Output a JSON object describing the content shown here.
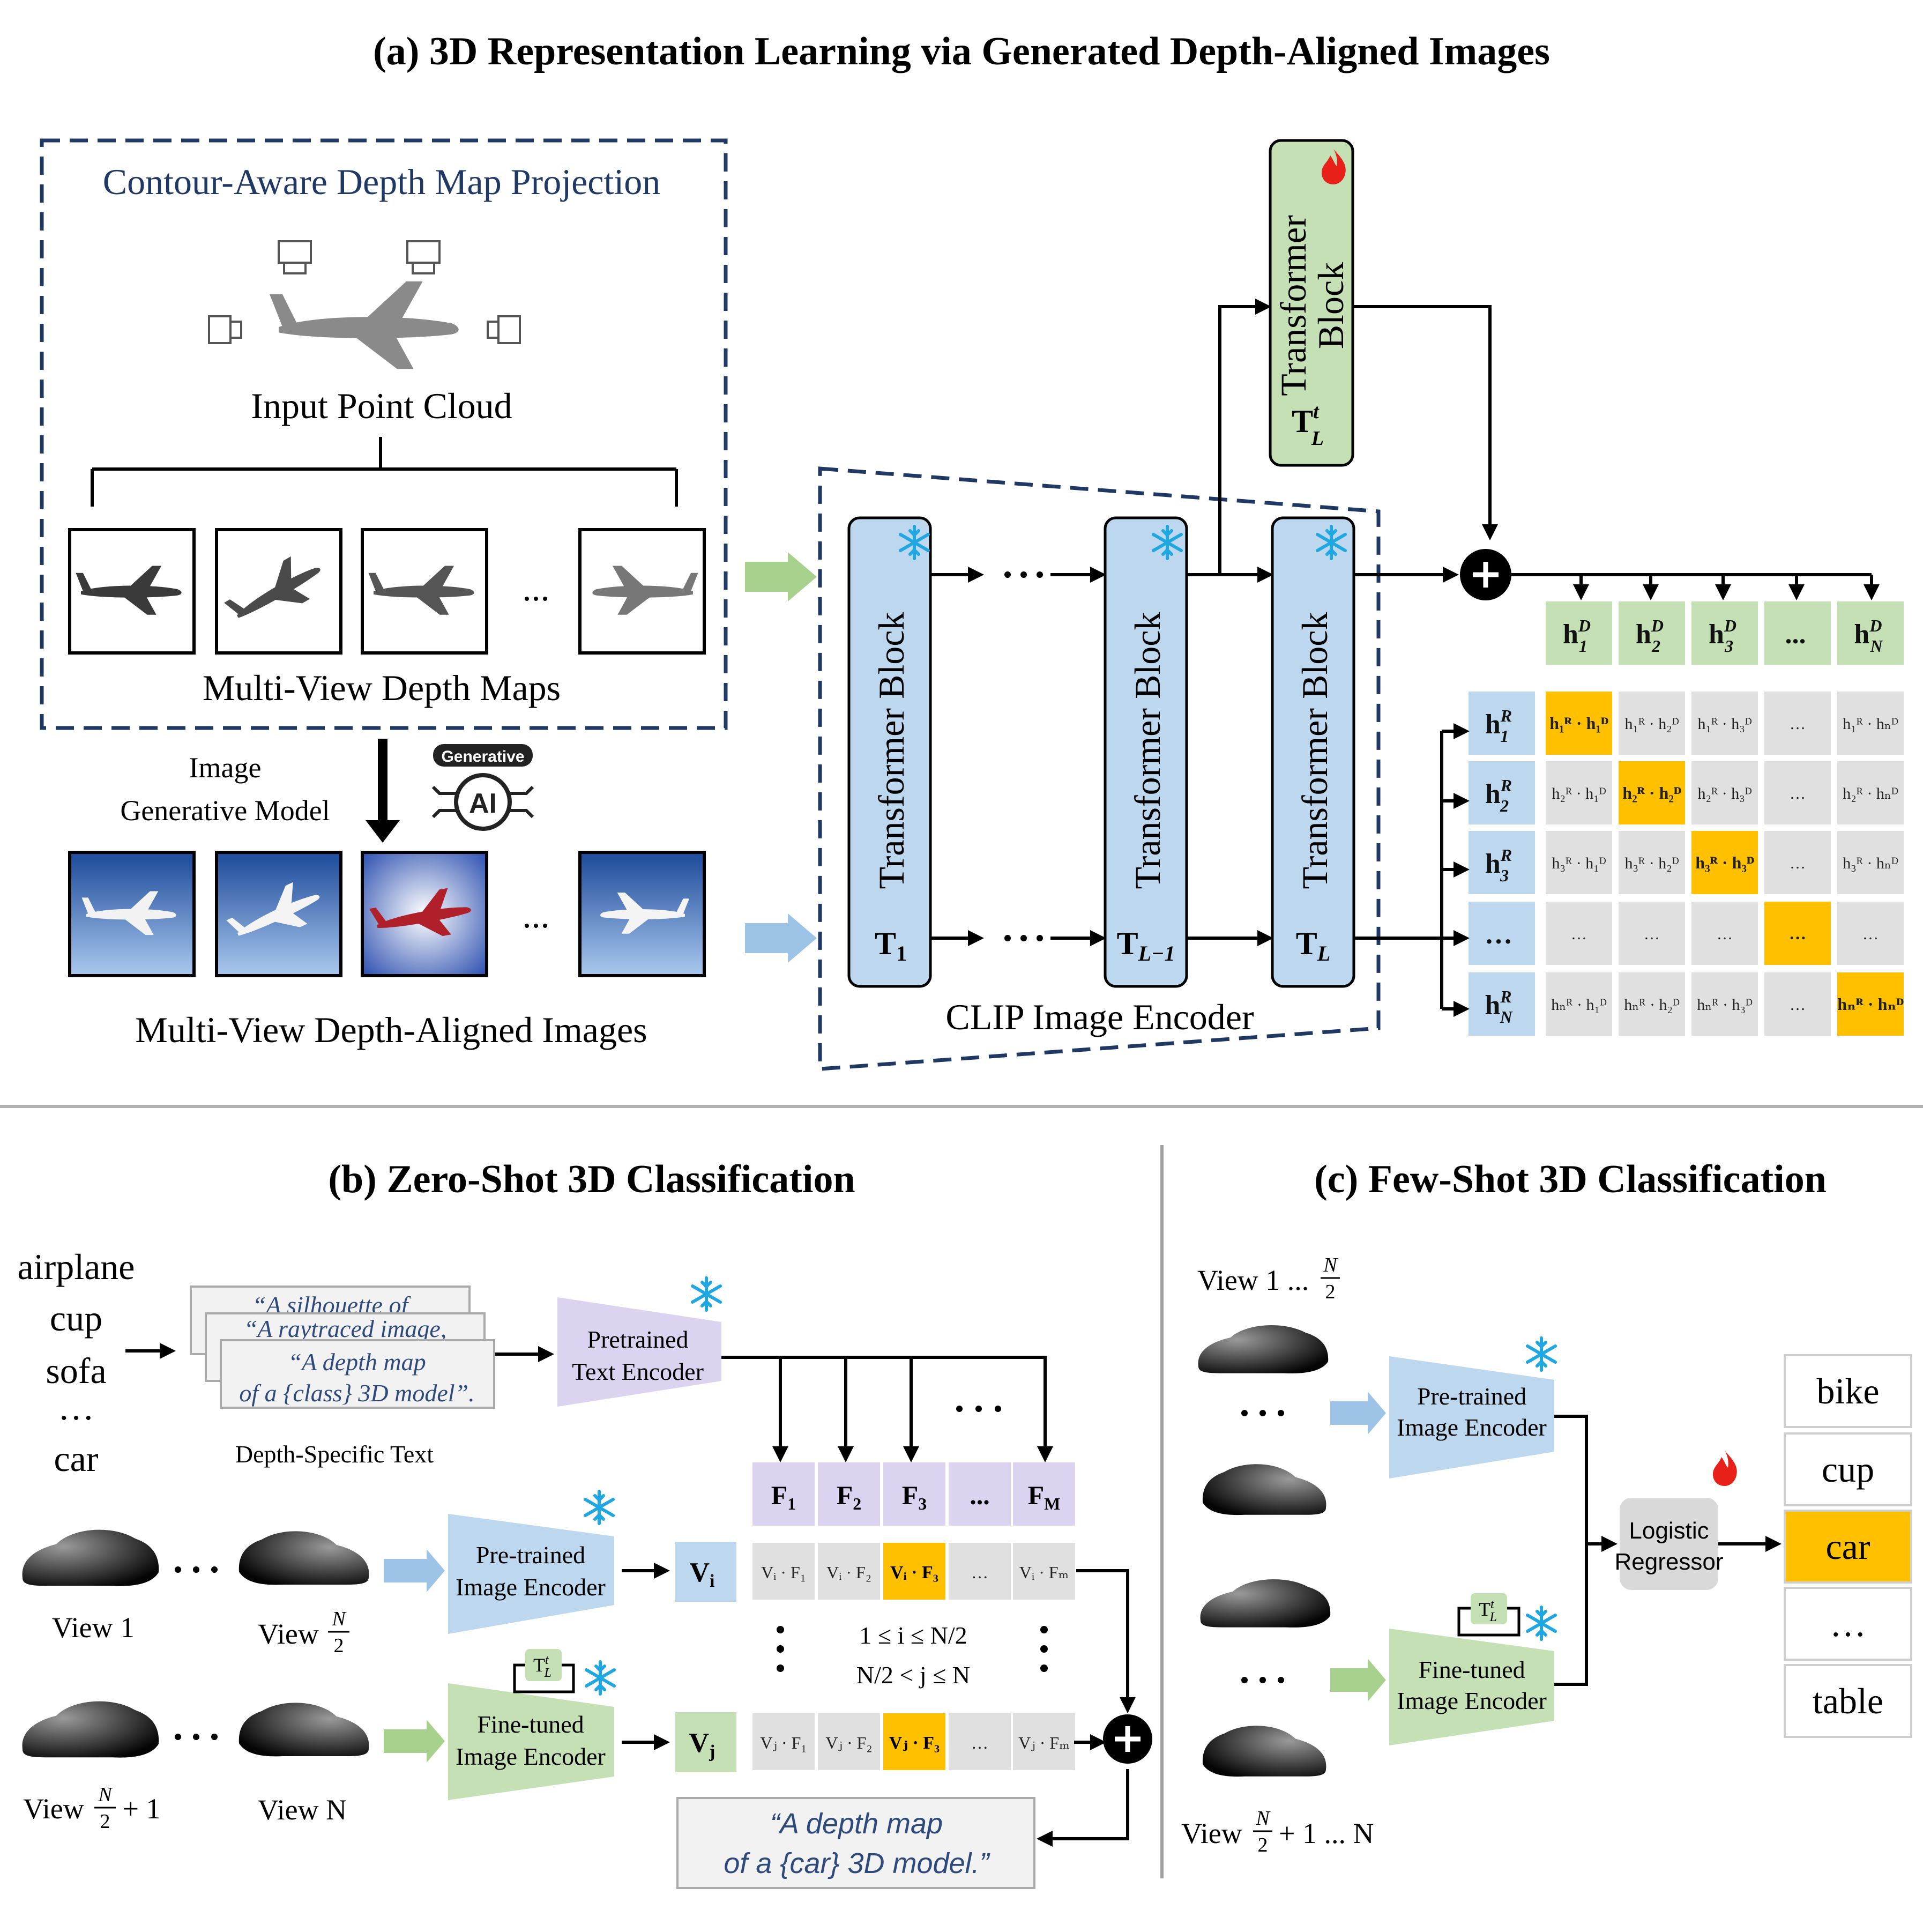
{
  "panel_a": {
    "title": "(a) 3D Representation Learning via Generated Depth-Aligned Images",
    "projection_box_title": "Contour-Aware Depth Map Projection",
    "input_point_cloud": "Input Point Cloud",
    "multi_view_depth_maps": "Multi-View Depth Maps",
    "image_generative_model_line1": "Image",
    "image_generative_model_line2": "Generative Model",
    "generative_badge": "Generative",
    "ai_badge": "AI",
    "multi_view_depth_aligned_images": "Multi-View Depth-Aligned Images",
    "ellipsis": "...",
    "encoder_label": "CLIP Image Encoder",
    "block_label": "Transformer Block",
    "block_line1": "Transformer",
    "block_line2": "Block",
    "t1": "T",
    "t1_sub": "1",
    "tl1": "T",
    "tl1_sub": "L−1",
    "tl": "T",
    "tl_sub": "L",
    "tlt": "T",
    "tlt_sup": "t",
    "tlt_sub": "L",
    "h_d": [
      "h",
      "h",
      "h",
      "...",
      "h"
    ],
    "h_d_sub": [
      "1",
      "2",
      "3",
      "",
      "N"
    ],
    "h_r_sub": [
      "1",
      "2",
      "3",
      "",
      "N"
    ],
    "matrix_rows": [
      [
        "h₁ᴿ · h₁ᴰ",
        "h₁ᴿ · h₂ᴰ",
        "h₁ᴿ · h₃ᴰ",
        "…",
        "h₁ᴿ · hₙᴰ"
      ],
      [
        "h₂ᴿ · h₁ᴰ",
        "h₂ᴿ · h₂ᴰ",
        "h₂ᴿ · h₃ᴰ",
        "…",
        "h₂ᴿ · hₙᴰ"
      ],
      [
        "h₃ᴿ · h₁ᴰ",
        "h₃ᴿ · h₂ᴰ",
        "h₃ᴿ · h₃ᴰ",
        "…",
        "h₃ᴿ · hₙᴰ"
      ],
      [
        "…",
        "…",
        "…",
        "…",
        "…"
      ],
      [
        "hₙᴿ · h₁ᴰ",
        "hₙᴿ · h₂ᴰ",
        "hₙᴿ · h₃ᴰ",
        "…",
        "hₙᴿ · hₙᴰ"
      ]
    ]
  },
  "panel_b": {
    "title": "(b) Zero-Shot 3D Classification",
    "classes": [
      "airplane",
      "cup",
      "sofa",
      "…",
      "car"
    ],
    "prompt_1": "“A silhouette of",
    "prompt_2": "“A raytraced image,",
    "prompt_3a": "“A depth map",
    "prompt_3b": "of a {class} 3D model”.",
    "depth_specific_text": "Depth-Specific Text",
    "text_encoder_line1": "Pretrained",
    "text_encoder_line2": "Text Encoder",
    "f_labels": [
      "F",
      "F",
      "F",
      "...",
      "F"
    ],
    "f_subs": [
      "1",
      "2",
      "3",
      "",
      "M"
    ],
    "pre_image_encoder_line1": "Pre-trained",
    "pre_image_encoder_line2": "Image Encoder",
    "fine_image_encoder_line1": "Fine-tuned",
    "fine_image_encoder_line2": "Image Encoder",
    "vi": "V",
    "vi_sub": "i",
    "vj": "V",
    "vj_sub": "j",
    "vi_row": [
      "Vᵢ · F₁",
      "Vᵢ · F₂",
      "Vᵢ · F₃",
      "…",
      "Vᵢ · Fₘ"
    ],
    "vj_row": [
      "Vⱼ · F₁",
      "Vⱼ · F₂",
      "Vⱼ · F₃",
      "…",
      "Vⱼ · Fₘ"
    ],
    "cond1": "1 ≤ i ≤ N/2",
    "cond2": "N/2 < j ≤ N",
    "view1": "View 1",
    "view_n2": "View",
    "view_n2_plus": "View",
    "view_n": "View N",
    "result_line1": "“A depth map",
    "result_line2": "of a {car} 3D model.”"
  },
  "panel_c": {
    "title": "(c) Few-Shot 3D Classification",
    "view_top": "View 1 ...",
    "view_bottom_a": "View",
    "view_bottom_b": "+ 1 ... N",
    "pre_image_encoder_line1": "Pre-trained",
    "pre_image_encoder_line2": "Image Encoder",
    "fine_image_encoder_line1": "Fine-tuned",
    "fine_image_encoder_line2": "Image Encoder",
    "regressor_line1": "Logistic",
    "regressor_line2": "Regressor",
    "classes": [
      "bike",
      "cup",
      "car",
      "…",
      "table"
    ]
  },
  "colors": {
    "blue_block": "#bdd7ee",
    "green_block": "#c5e0b4",
    "purple_block": "#dcd3f0",
    "highlight": "#ffc000",
    "grey_cell": "#e0e0e0",
    "navy_dash": "#1f3864",
    "flame": "#e8201a",
    "snow": "#1ea7e1"
  }
}
